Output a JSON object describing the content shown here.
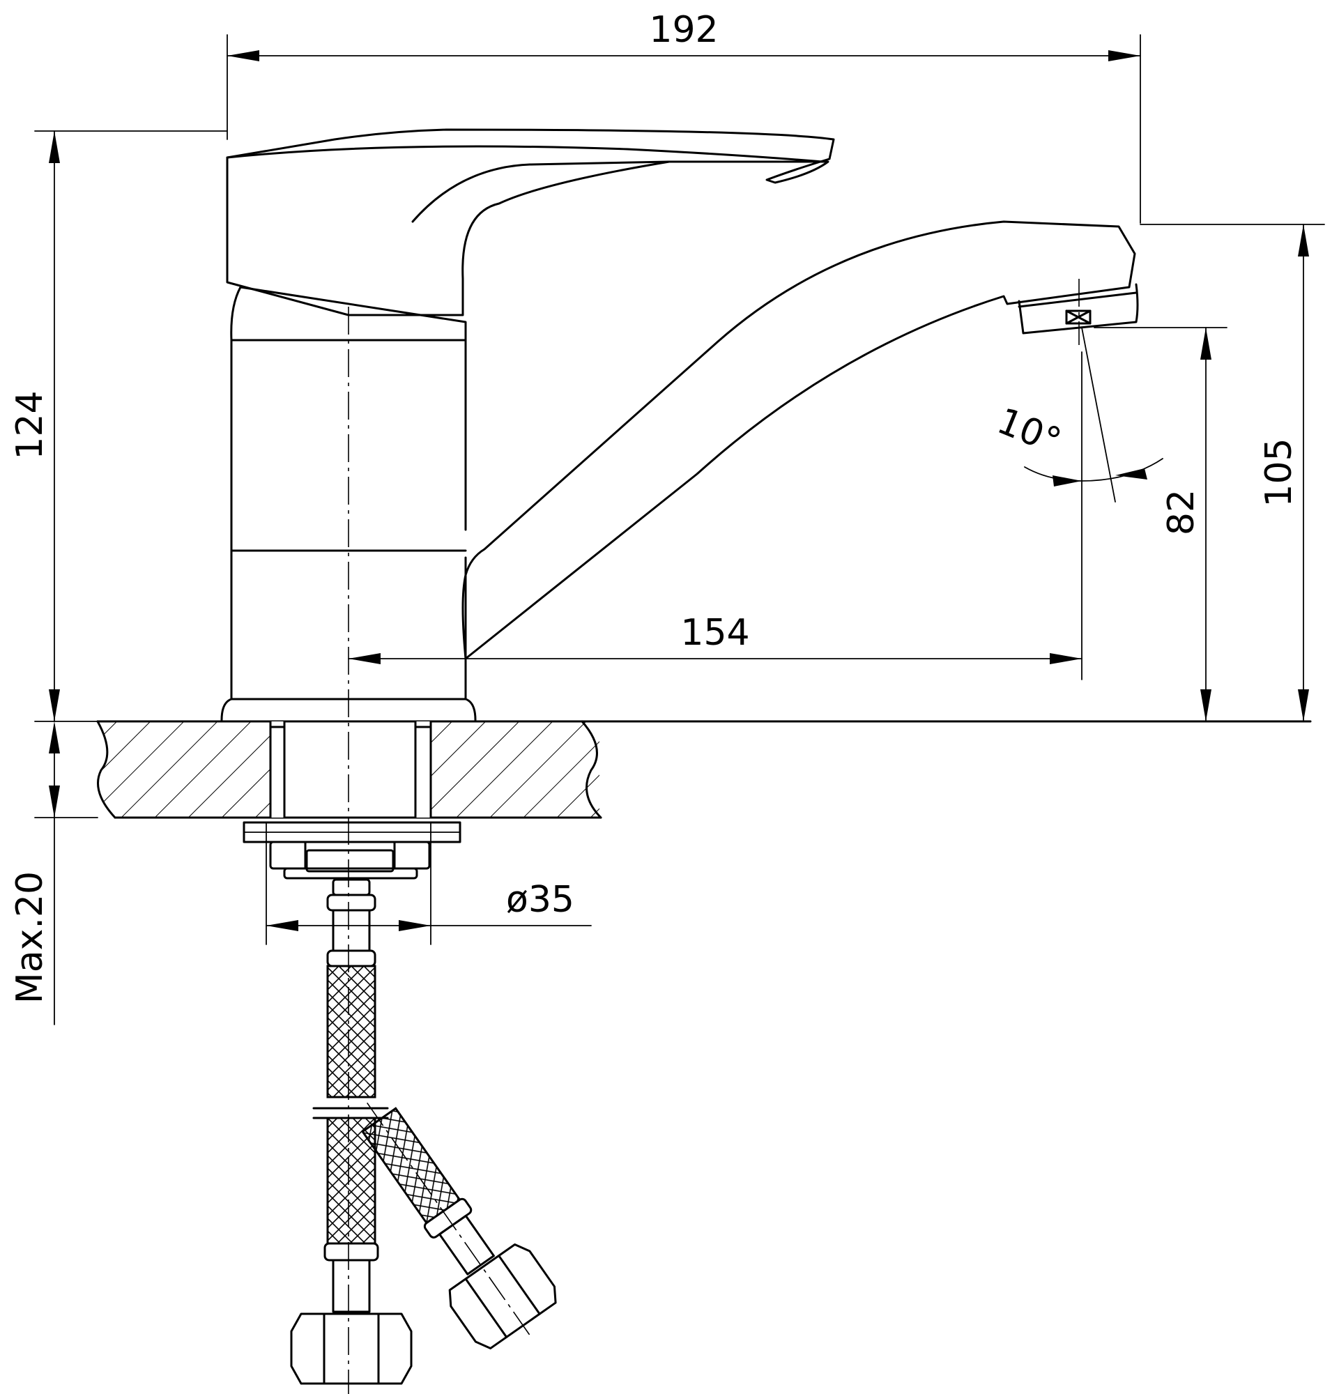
{
  "dimensions": {
    "width_total": "192",
    "height_handle": "124",
    "spout_height": "105",
    "aerator_height": "82",
    "spout_reach": "154",
    "spout_angle": "10°",
    "base_diameter": "ø35",
    "max_countertop": "Max.20"
  }
}
